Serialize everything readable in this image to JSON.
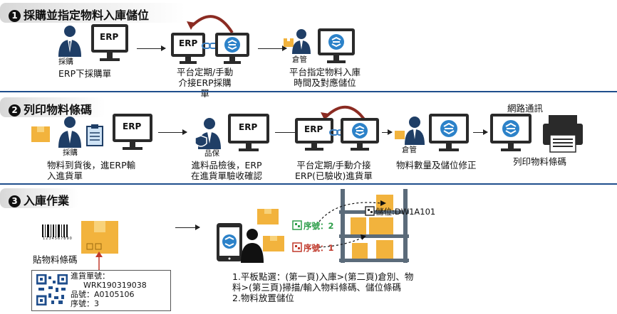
{
  "sections": [
    {
      "number": "1",
      "title": "採購並指定物料入庫儲位"
    },
    {
      "number": "2",
      "title": "列印物料條碼"
    },
    {
      "number": "3",
      "title": "入庫作業"
    }
  ],
  "s1": {
    "role_purchase": "採購",
    "erp": "ERP",
    "step1": "ERP下採購單",
    "step2": [
      "平台定期/手動",
      "介接ERP採購",
      "單"
    ],
    "role_warehouse": "倉管",
    "step3": [
      "平台指定物料入庫",
      "時間及對應儲位"
    ]
  },
  "s2": {
    "role_purchase": "採購",
    "erp": "ERP",
    "step1": [
      "物料到貨後，進ERP輸",
      "入進貨單"
    ],
    "role_qc": "品保",
    "step2": [
      "進料品檢後，ERP",
      "在進貨單驗收確認"
    ],
    "step3": [
      "平台定期/手動介接",
      "ERP(已驗收)進貨單"
    ],
    "role_warehouse": "倉管",
    "step4": "物料數量及儲位修正",
    "network": "網路通訊",
    "step5": "列印物料條碼"
  },
  "s3": {
    "label_paste": "貼物料條碼",
    "barcode_digits": "1234567890",
    "card": {
      "l1": "進貨單號：",
      "l2": "WRK190319038",
      "l3": "品號：A0105106",
      "l4": "序號：3"
    },
    "slot_label": "儲位:DW1A101",
    "seq2": "序號：2",
    "seq1": "序號：1",
    "steps": [
      "1.平板點選：(第一頁)入庫>(第二頁)倉別、物",
      "料>(第三頁)掃描/輸入物料條碼、儲位條碼",
      "2.物料放置儲位"
    ]
  }
}
